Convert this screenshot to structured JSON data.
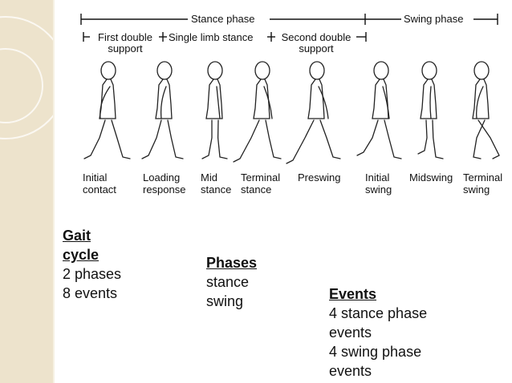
{
  "diagram": {
    "stance_phase_label": "Stance phase",
    "swing_phase_label": "Swing phase",
    "first_double_support_l1": "First double",
    "first_double_support_l2": "support",
    "single_limb_stance": "Single limb stance",
    "second_double_support_l1": "Second double",
    "second_double_support_l2": "support",
    "stages": [
      {
        "line1": "Initial",
        "line2": "contact"
      },
      {
        "line1": "Loading",
        "line2": "response"
      },
      {
        "line1": "Mid",
        "line2": "stance"
      },
      {
        "line1": "Terminal",
        "line2": "stance"
      },
      {
        "line1": "Preswing",
        "line2": ""
      },
      {
        "line1": "Initial",
        "line2": "swing"
      },
      {
        "line1": "Midswing",
        "line2": ""
      },
      {
        "line1": "Terminal",
        "line2": "swing"
      }
    ]
  },
  "gait_cycle": {
    "title_line1": "Gait",
    "title_line2": "cycle",
    "line1": "2 phases",
    "line2": "8 events"
  },
  "phases": {
    "title": "Phases",
    "line1": "stance",
    "line2": "swing"
  },
  "events": {
    "title": "Events",
    "line1": "4 stance phase",
    "line2": "events",
    "line3": "4 swing phase",
    "line4": "events"
  },
  "colors": {
    "sidebar": "#ede3cc",
    "text": "#111111"
  }
}
